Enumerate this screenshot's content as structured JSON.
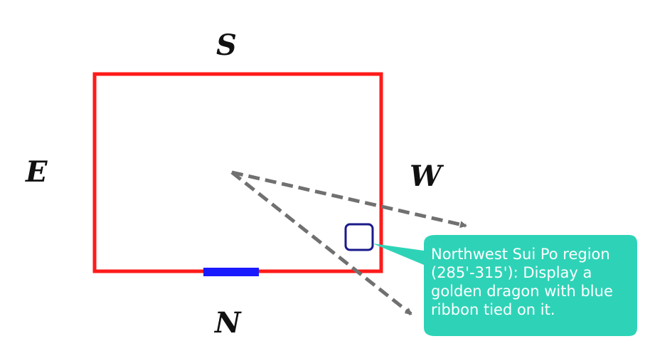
{
  "compass": {
    "south": "S",
    "east": "E",
    "west": "W",
    "north": "N"
  },
  "callout": {
    "text": "Northwest Sui Po region\n(285'-315'):  Display a\ngolden dragon with blue\nribbon tied on it."
  },
  "colors": {
    "room_outline": "#ff1a1a",
    "door_marker": "#1a1aff",
    "highlight_box": "#1a1a8c",
    "dashed_arrows": "#707070",
    "callout_fill": "#2ed3b7",
    "callout_text": "#ffffff"
  }
}
